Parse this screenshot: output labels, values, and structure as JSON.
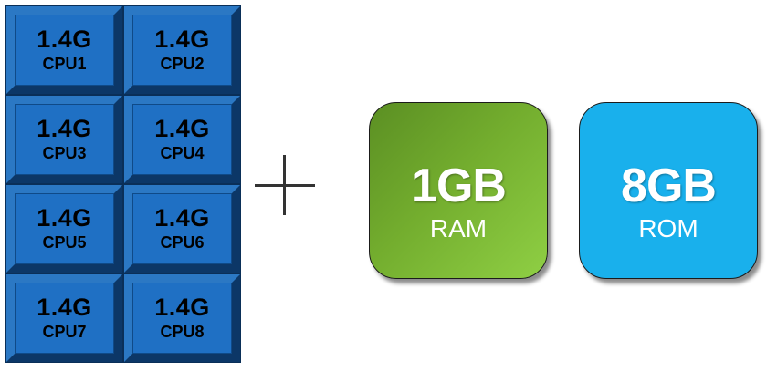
{
  "cpus": [
    {
      "speed": "1.4G",
      "name": "CPU1"
    },
    {
      "speed": "1.4G",
      "name": "CPU2"
    },
    {
      "speed": "1.4G",
      "name": "CPU3"
    },
    {
      "speed": "1.4G",
      "name": "CPU4"
    },
    {
      "speed": "1.4G",
      "name": "CPU5"
    },
    {
      "speed": "1.4G",
      "name": "CPU6"
    },
    {
      "speed": "1.4G",
      "name": "CPU7"
    },
    {
      "speed": "1.4G",
      "name": "CPU8"
    }
  ],
  "operator": "plus",
  "memory": {
    "ram": {
      "size": "1GB",
      "type": "RAM",
      "color": "#73ad2e"
    },
    "rom": {
      "size": "8GB",
      "type": "ROM",
      "color": "#19b0ec"
    }
  },
  "colors": {
    "cpu_face": "#1f70c4",
    "cpu_bevel_light": "#2b78c4",
    "cpu_bevel_dark": "#0c3767"
  }
}
